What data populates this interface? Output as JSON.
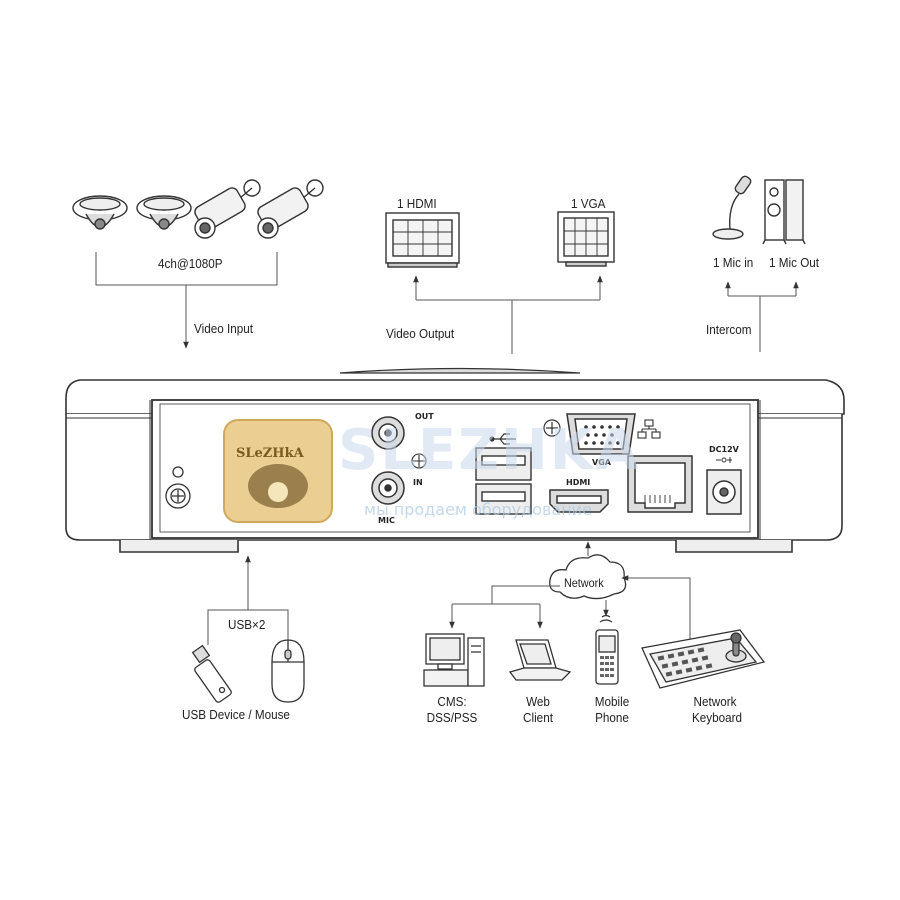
{
  "labels": {
    "cameras_spec": "4ch@1080P",
    "video_input": "Video Input",
    "hdmi": "1 HDMI",
    "vga": "1 VGA",
    "video_output": "Video Output",
    "mic_in": "1 Mic in",
    "mic_out": "1 Mic Out",
    "intercom": "Intercom",
    "usb_x2": "USB×2",
    "usb_device_mouse": "USB Device / Mouse",
    "network": "Network",
    "cms_line1": "CMS:",
    "cms_line2": "DSS/PSS",
    "web_line1": "Web",
    "web_line2": "Client",
    "mobile_line1": "Mobile",
    "mobile_line2": "Phone",
    "keyboard_line1": "Network",
    "keyboard_line2": "Keyboard"
  },
  "ports": {
    "out": "OUT",
    "in": "IN",
    "mic": "MIC",
    "vga": "VGA",
    "hdmi": "HDMI",
    "power": "DC12V"
  },
  "watermark": {
    "logo_text": "SLeZHkA",
    "brand": "SLEZHKA",
    "slogan": "мы продаем оборудование"
  }
}
